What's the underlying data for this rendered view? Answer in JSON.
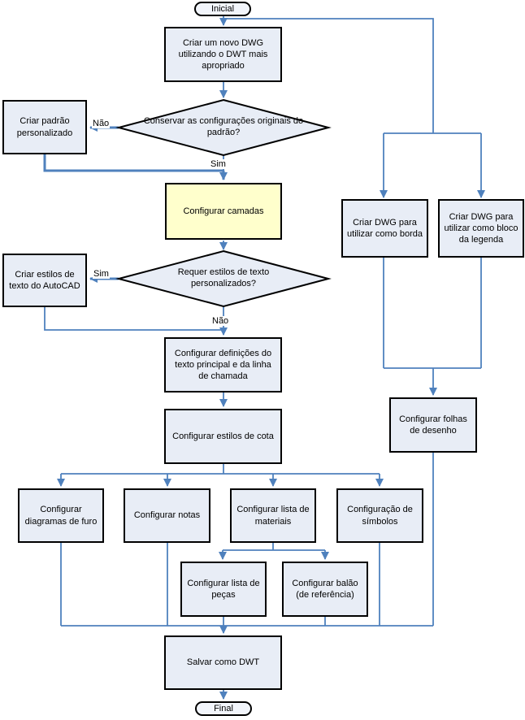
{
  "diagram": {
    "nodes": {
      "start": {
        "label": "Inicial"
      },
      "create_dwg": {
        "label": "Criar um novo DWG utilizando o DWT mais apropriado"
      },
      "decision_keep": {
        "label": "Conservar as configurações originais do padrão?"
      },
      "custom_standard": {
        "label": "Criar padrão personalizado"
      },
      "configure_layers": {
        "label": "Configurar camadas"
      },
      "decision_text": {
        "label": "Requer estilos de texto personalizados?"
      },
      "create_text_styles": {
        "label": "Criar estilos de texto do AutoCAD"
      },
      "configure_text_defs": {
        "label": "Configurar definições do texto principal e da linha de chamada"
      },
      "configure_dim_styles": {
        "label": "Configurar estilos de cota"
      },
      "configure_hole_charts": {
        "label": "Configurar diagramas de furo"
      },
      "configure_notes": {
        "label": "Configurar notas"
      },
      "configure_material_list": {
        "label": "Configurar lista de materiais"
      },
      "configure_symbols": {
        "label": "Configuração de símbolos"
      },
      "configure_parts_list": {
        "label": "Configurar lista de peças"
      },
      "configure_balloon": {
        "label": "Configurar balão (de referência)"
      },
      "dwg_border": {
        "label": "Criar DWG para utilizar como borda"
      },
      "dwg_title_block": {
        "label": "Criar DWG para utilizar como bloco da legenda"
      },
      "configure_sheets": {
        "label": "Configurar folhas de desenho"
      },
      "save_dwt": {
        "label": "Salvar como DWT"
      },
      "end": {
        "label": "Final"
      }
    },
    "edge_labels": {
      "yes": "Sim",
      "no": "Não"
    },
    "colors": {
      "node_fill": "#e8edf6",
      "highlight_fill": "#ffffcc",
      "terminal_fill": "#f2f5fb",
      "border": "#000000",
      "connector": "#4f81bd"
    }
  }
}
